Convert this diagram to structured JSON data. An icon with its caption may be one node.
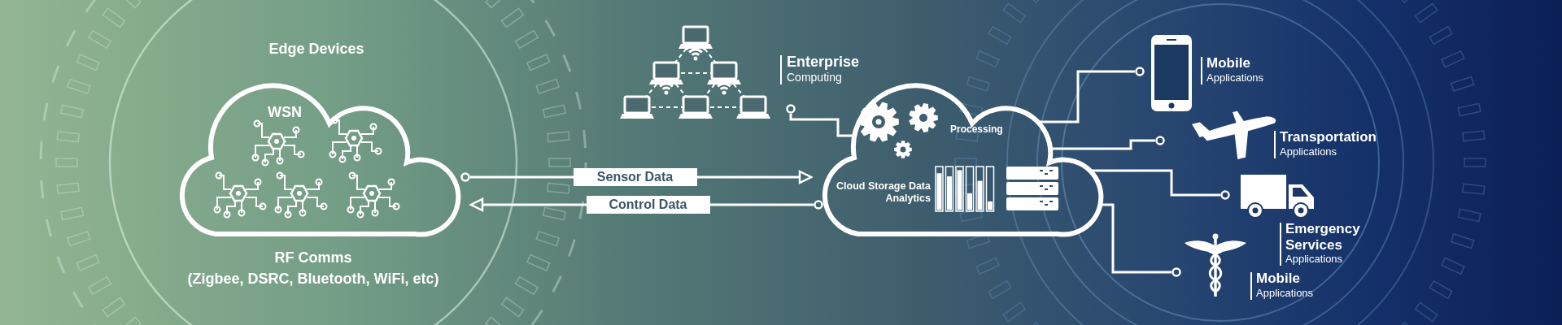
{
  "diagram": {
    "nodes": [
      {
        "text": [
          "WSN"
        ],
        "beside": [
          "Edge Devices",
          "RF Comms",
          "(Zigbee, DSRC, Bluetooth, WiFi, etc)"
        ]
      },
      {
        "text": [
          "Enterprise",
          "Computing"
        ]
      },
      {
        "text": [
          "Processing",
          "Cloud Storage Data Analytics"
        ]
      },
      {
        "text": [
          "Mobile",
          "Applications"
        ]
      },
      {
        "text": [
          "Transportation",
          "Applications"
        ]
      },
      {
        "text": [
          "Emergency Services",
          "Applications"
        ]
      },
      {
        "text": [
          "Mobile",
          "Applications"
        ]
      }
    ],
    "edges": [
      {
        "from": 0,
        "to": 2,
        "arrow": "to",
        "label": "Sensor Data"
      },
      {
        "from": 2,
        "to": 0,
        "arrow": "to",
        "label": "Control Data"
      },
      {
        "from": 1,
        "to": 2,
        "arrow": "other"
      },
      {
        "from": 3,
        "to": 2,
        "arrow": "other"
      },
      {
        "from": 4,
        "to": 2,
        "arrow": "other"
      },
      {
        "from": 5,
        "to": 2,
        "arrow": "other"
      },
      {
        "from": 6,
        "to": 2,
        "arrow": "other"
      }
    ]
  }
}
